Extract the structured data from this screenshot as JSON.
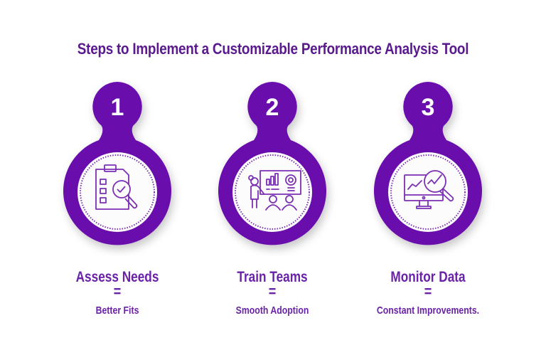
{
  "title": "Steps to Implement a Customizable Performance Analysis Tool",
  "colors": {
    "primary": "#6a0dad",
    "title": "#5a1a8e",
    "label": "#6a22a8",
    "icon_stroke": "#7b2fb3",
    "inner_circle": "#fdfcfd"
  },
  "steps": [
    {
      "number": "1",
      "icon": "clipboard-magnifier-icon",
      "heading": "Assess Needs",
      "equals": "=",
      "result": "Better Fits"
    },
    {
      "number": "2",
      "icon": "presentation-training-icon",
      "heading": "Train Teams",
      "equals": "=",
      "result": "Smooth Adoption"
    },
    {
      "number": "3",
      "icon": "monitor-analytics-icon",
      "heading": "Monitor Data",
      "equals": "=",
      "result": "Constant Improvements."
    }
  ]
}
